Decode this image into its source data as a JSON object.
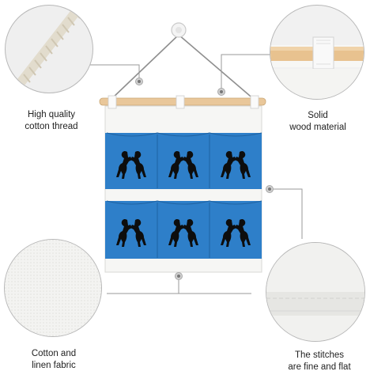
{
  "callouts": {
    "thread": {
      "line1": "High quality",
      "line2": "cotton thread"
    },
    "wood": {
      "line1": "Solid",
      "line2": "wood material"
    },
    "fabric": {
      "line1": "Cotton and",
      "line2": "linen fabric"
    },
    "stitches": {
      "line1": "The stitches",
      "line2": "are fine and flat"
    }
  },
  "colors": {
    "pocket_blue": "#2e7fc9",
    "canvas_white": "#f6f6f4",
    "wood": "#e9c79a",
    "silhouette": "#0d0d0d",
    "leader_line": "#9a9a9a"
  }
}
